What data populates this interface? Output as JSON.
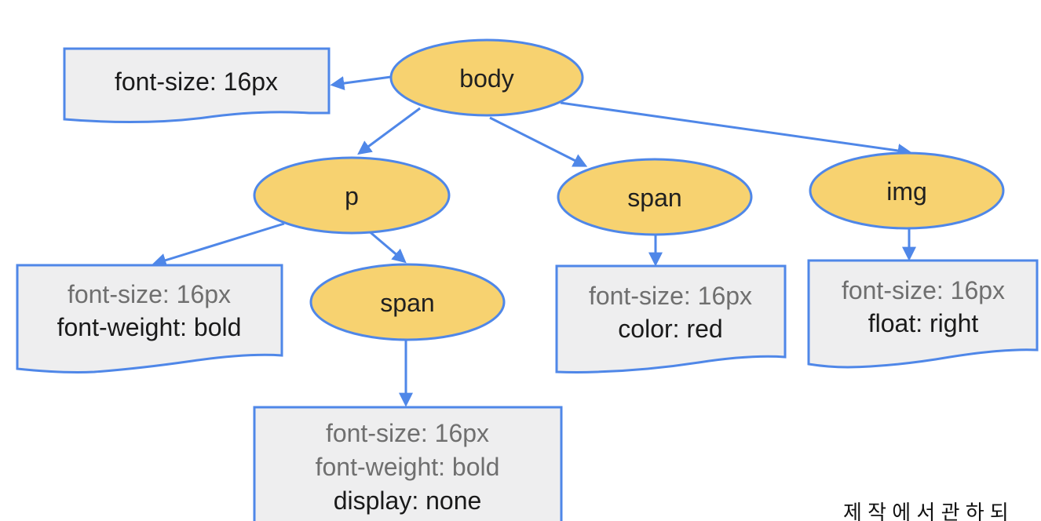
{
  "nodes": {
    "body": {
      "label": "body"
    },
    "p": {
      "label": "p"
    },
    "span_mid": {
      "label": "span"
    },
    "img": {
      "label": "img"
    },
    "span_nested": {
      "label": "span"
    }
  },
  "boxes": {
    "body_box": {
      "line1": "font-size: 16px"
    },
    "p_box": {
      "line1": "font-size: 16px",
      "line2": "font-weight: bold"
    },
    "span_mid_box": {
      "line1": "font-size: 16px",
      "line2": "color: red"
    },
    "img_box": {
      "line1": "font-size: 16px",
      "line2": "float: right"
    },
    "span_nested_box": {
      "line1": "font-size: 16px",
      "line2": "font-weight: bold",
      "line3": "display: none"
    }
  },
  "colors": {
    "node_fill": "#f7d270",
    "stroke": "#4f87e8",
    "box_fill": "#eeeeef",
    "inherited_text": "#6f6f6f",
    "own_text": "#1a1a1a"
  },
  "watermark": "제 작 에 서 관 하 되"
}
